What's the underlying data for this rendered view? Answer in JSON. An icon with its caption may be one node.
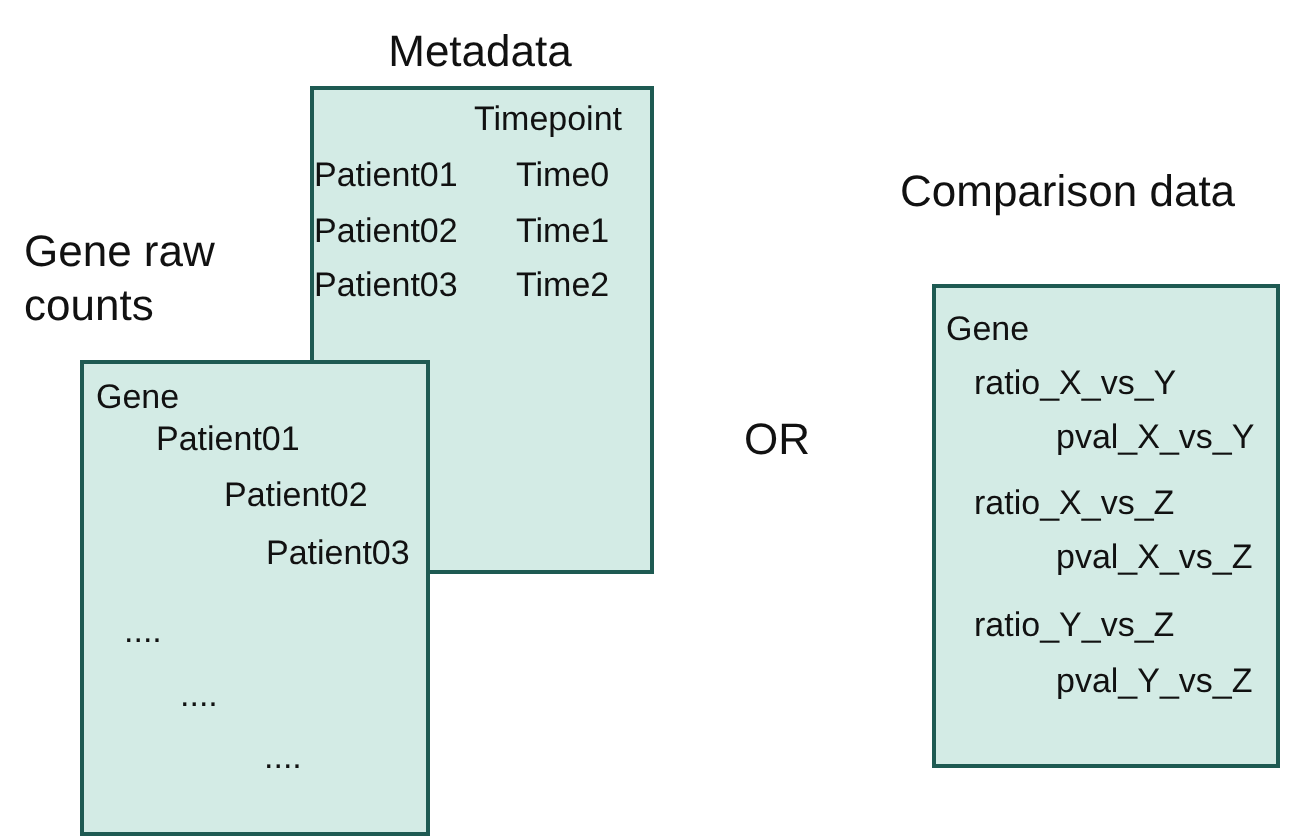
{
  "diagram": {
    "nodes": [
      {
        "text": [
          "Metadata",
          "Timepoint",
          "Patient01",
          "Time0",
          "Patient02",
          "Time1",
          "Patient03",
          "Time2"
        ]
      },
      {
        "text": [
          "Gene raw counts",
          "Gene",
          "Patient01",
          "Patient02",
          "Patient03",
          "....",
          "....",
          "...."
        ]
      },
      {
        "text": [
          "Comparison data",
          "Gene",
          "ratio_X_vs_Y",
          "pval_X_vs_Y",
          "ratio_X_vs_Z",
          "pval_X_vs_Z",
          "ratio_Y_vs_Z",
          "pval_Y_vs_Z"
        ]
      }
    ],
    "edges": [],
    "labels": [
      "OR"
    ]
  }
}
